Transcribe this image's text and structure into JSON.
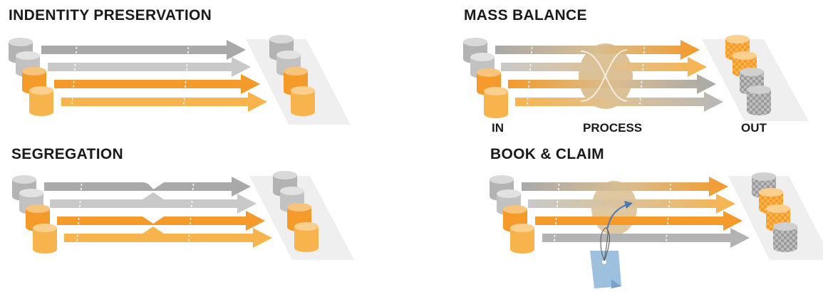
{
  "panels": {
    "identity": {
      "title": "INDENTITY PRESERVATION"
    },
    "mass_balance": {
      "title": "MASS BALANCE",
      "label_in": "IN",
      "label_process": "PROCESS",
      "label_out": "OUT"
    },
    "segregation": {
      "title": "SEGREGATION"
    },
    "book_claim": {
      "title": "BOOK & CLAIM"
    }
  },
  "colors": {
    "gray_dark": "#a9a9a9",
    "gray_light": "#c9c9c9",
    "orange_dark": "#f39a2b",
    "orange_light": "#f8b44c",
    "platform": "#efefef",
    "certificate": "#9ec0df",
    "certificate_arrow": "#4a79b6"
  }
}
